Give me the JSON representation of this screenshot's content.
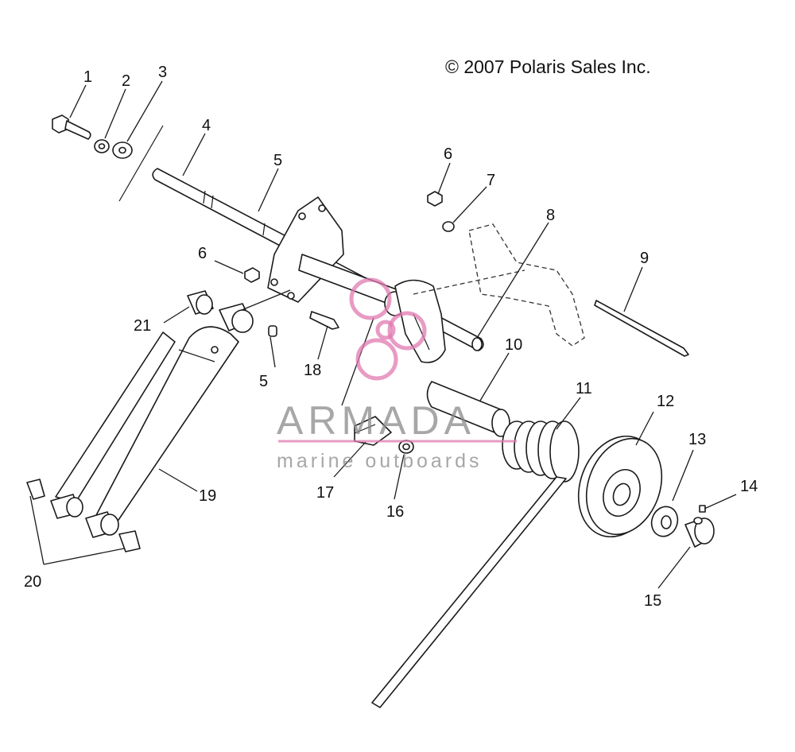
{
  "copyright": "© 2007 Polaris Sales Inc.",
  "watermark": {
    "brand": "ARMADA",
    "tagline": "marine outboards",
    "accent_color": "#e07ab0",
    "text_color": "#8a8a8a"
  },
  "callouts": [
    {
      "id": "c1",
      "label": "1"
    },
    {
      "id": "c2",
      "label": "2"
    },
    {
      "id": "c3",
      "label": "3"
    },
    {
      "id": "c4",
      "label": "4"
    },
    {
      "id": "c5a",
      "label": "5"
    },
    {
      "id": "c6a",
      "label": "6"
    },
    {
      "id": "c7",
      "label": "7"
    },
    {
      "id": "c8",
      "label": "8"
    },
    {
      "id": "c9",
      "label": "9"
    },
    {
      "id": "c6b",
      "label": "6"
    },
    {
      "id": "c21",
      "label": "21"
    },
    {
      "id": "c5b",
      "label": "5"
    },
    {
      "id": "c18",
      "label": "18"
    },
    {
      "id": "c10",
      "label": "10"
    },
    {
      "id": "c11",
      "label": "11"
    },
    {
      "id": "c12",
      "label": "12"
    },
    {
      "id": "c13",
      "label": "13"
    },
    {
      "id": "c14",
      "label": "14"
    },
    {
      "id": "c19",
      "label": "19"
    },
    {
      "id": "c17",
      "label": "17"
    },
    {
      "id": "c16",
      "label": "16"
    },
    {
      "id": "c20",
      "label": "20"
    },
    {
      "id": "c15",
      "label": "15"
    }
  ]
}
